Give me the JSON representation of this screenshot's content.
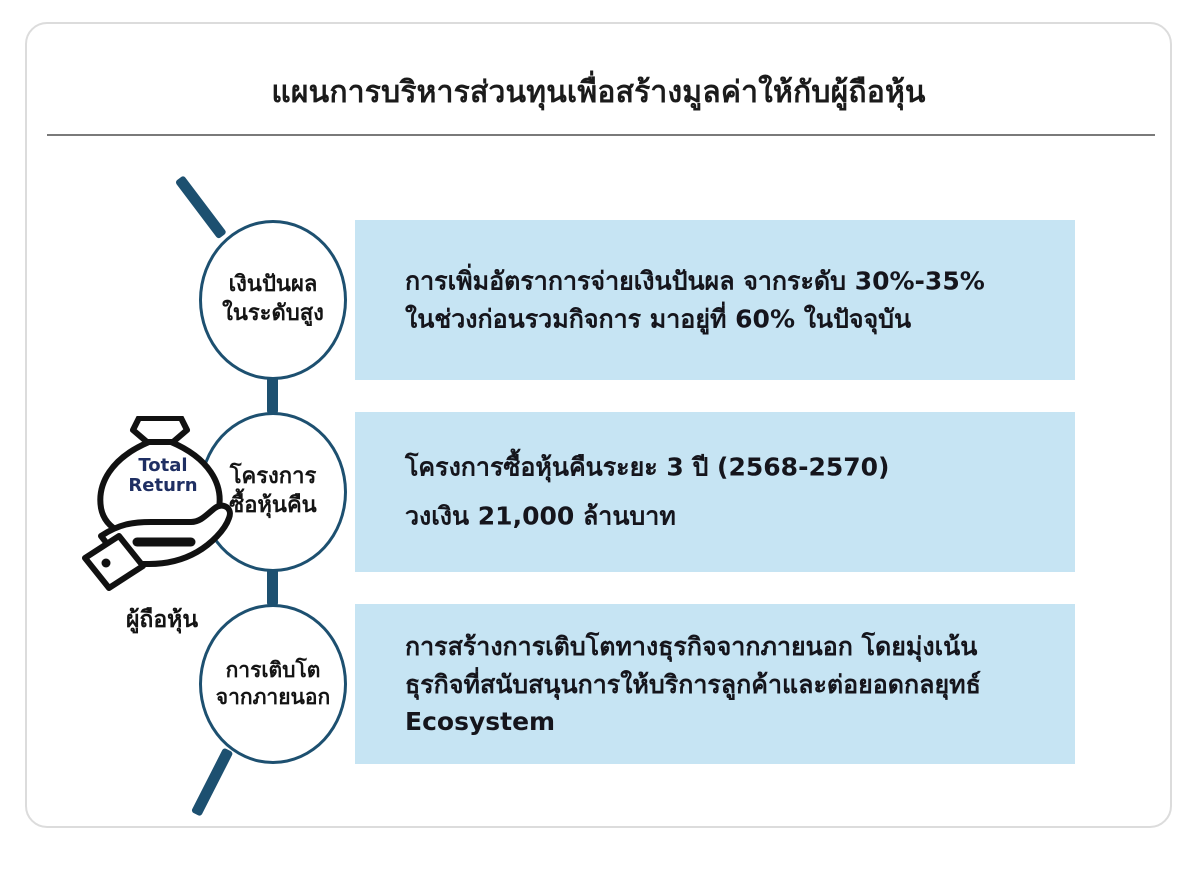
{
  "slide": {
    "title": "แผนการบริหารส่วนทุนเพื่อสร้างมูลค่าให้กับผู้ถือหุ้น",
    "accent_color": "#1d5070",
    "band_color": "#c6e4f3",
    "card_border_color": "#dcdcdc",
    "label_color": "#1f2f63"
  },
  "shareholder_icon": {
    "icon_name": "hand-holding-money-bag-icon",
    "bag_label_line1": "Total",
    "bag_label_line2": "Return",
    "caption": "ผู้ถือหุ้น"
  },
  "items": [
    {
      "circle_line1": "เงินปันผล",
      "circle_line2": "ในระดับสูง",
      "body_line1": "การเพิ่มอัตราการจ่ายเงินปันผล จากระดับ 30%-35%",
      "body_line2": "ในช่วงก่อนรวมกิจการ มาอยู่ที่ 60% ในปัจจุบัน",
      "body_line3": ""
    },
    {
      "circle_line1": "โครงการ",
      "circle_line2": "ซื้อหุ้นคืน",
      "body_line1": "โครงการซื้อหุ้นคืนระยะ 3 ปี (2568-2570)",
      "body_line2": "วงเงิน 21,000 ล้านบาท",
      "body_line3": ""
    },
    {
      "circle_line1": "การเติบโต",
      "circle_line2": "จากภายนอก",
      "body_line1": "การสร้างการเติบโตทางธุรกิจจากภายนอก โดยมุ่งเน้น",
      "body_line2": "ธุรกิจที่สนับสนุนการให้บริการลูกค้าและต่อยอดกลยุทธ์",
      "body_line3": "Ecosystem"
    }
  ]
}
